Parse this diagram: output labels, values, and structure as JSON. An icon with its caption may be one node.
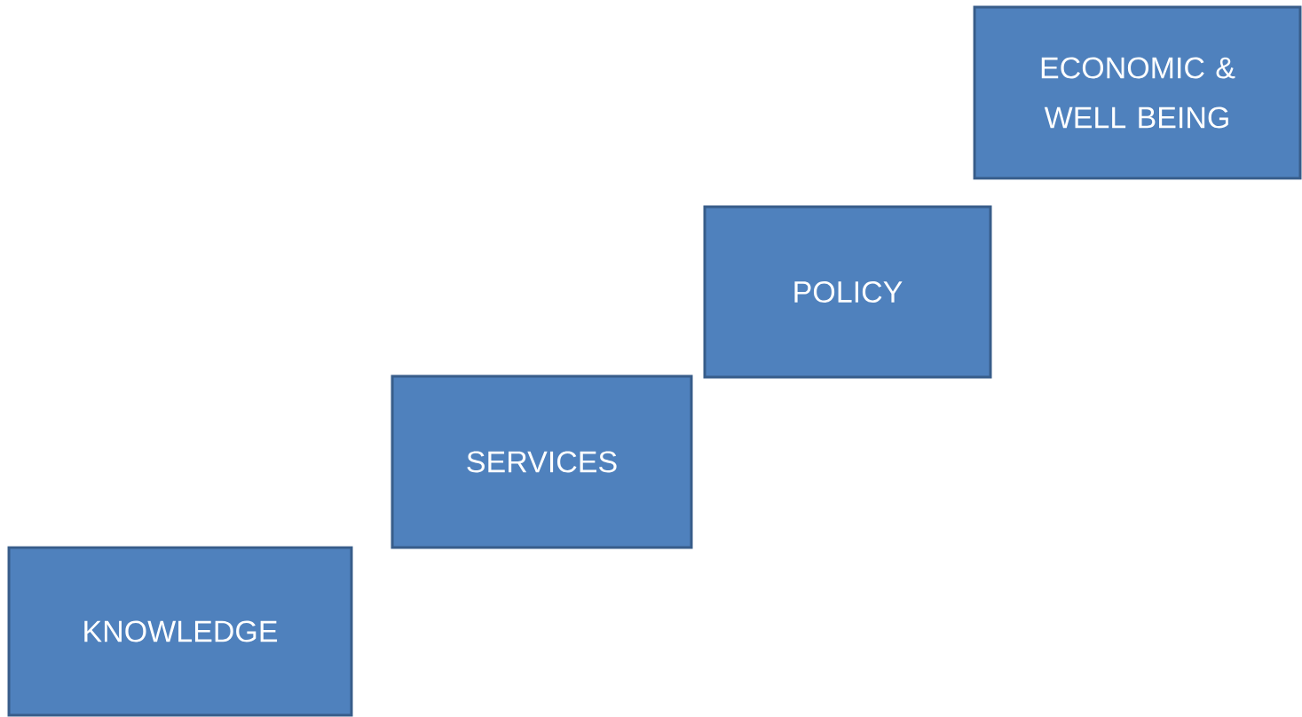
{
  "diagram": {
    "nodes": [
      {
        "text": [
          "KNOWLEDGE"
        ]
      },
      {
        "text": [
          "SERVICES"
        ]
      },
      {
        "text": [
          "POLICY"
        ]
      },
      {
        "text": [
          "ECONOMIC & WELL BEING"
        ]
      }
    ]
  }
}
